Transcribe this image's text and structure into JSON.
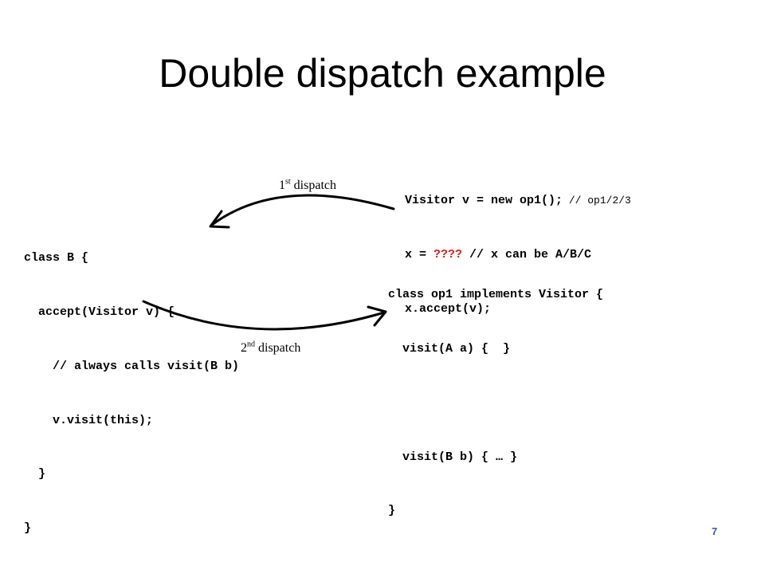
{
  "slide": {
    "title": "Double dispatch example",
    "page_number": "7"
  },
  "client_code": {
    "line1_code": "Visitor v = new op1();",
    "line1_comment": " // op1/2/3",
    "line2_prefix": "x = ",
    "line2_unknown": "????",
    "line2_rest": " // x can be A/B/C",
    "line3": "x.accept(v);"
  },
  "class_b": {
    "lines": [
      "class B {",
      "  accept(Visitor v) {",
      "    // always calls visit(B b)",
      "    v.visit(this);",
      "  }",
      "}"
    ]
  },
  "class_op1": {
    "lines": [
      "class op1 implements Visitor {",
      "  visit(A a) {  }",
      "",
      "  visit(B b) { … }",
      "}"
    ]
  },
  "captions": {
    "first_dispatch_num": "1",
    "first_dispatch_sup": "st",
    "first_dispatch_text": " dispatch",
    "second_dispatch_num": "2",
    "second_dispatch_sup": "nd",
    "second_dispatch_text": " dispatch"
  },
  "colors": {
    "text": "#000000",
    "highlight": "#e02020",
    "page_number": "#3a5ea0"
  }
}
